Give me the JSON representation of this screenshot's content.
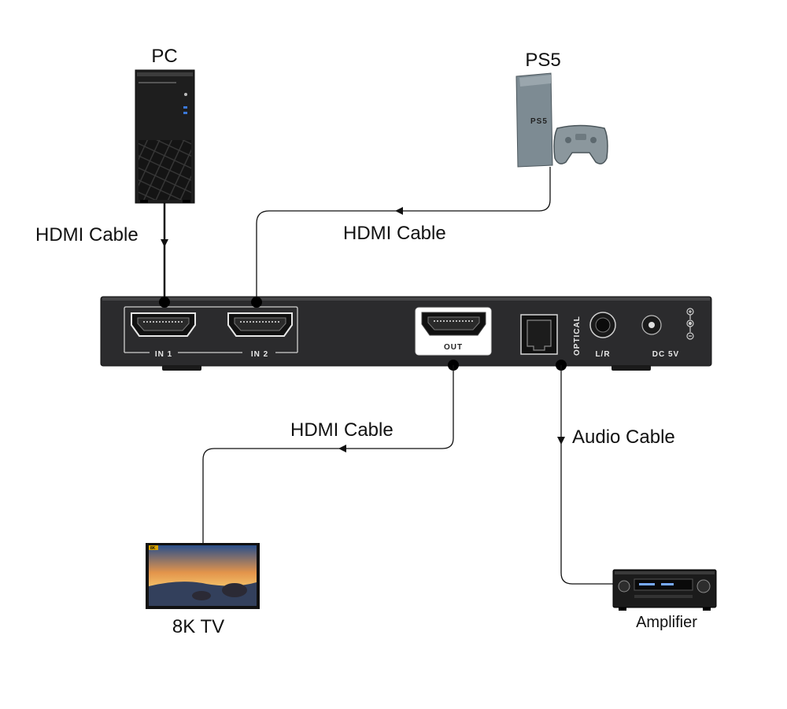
{
  "devices": {
    "pc": "PC",
    "ps5": "PS5",
    "tv": "8K TV",
    "amplifier": "Amplifier"
  },
  "cables": {
    "pc_to_in1": "HDMI Cable",
    "ps5_to_in2": "HDMI Cable",
    "out_to_tv": "HDMI Cable",
    "optical_to_amp": "Audio Cable"
  },
  "switcher": {
    "port_in1": "IN 1",
    "port_in2": "IN 2",
    "port_out": "OUT",
    "port_optical": "OPTICAL",
    "port_lr": "L/R",
    "port_dc": "DC 5V"
  },
  "device_markings": {
    "ps5_logo": "PS5",
    "tv_badge": "8K"
  },
  "colors": {
    "switcher_body": "#2b2b2d",
    "cable": "#111111",
    "ps5_body": "#7d8b93"
  }
}
